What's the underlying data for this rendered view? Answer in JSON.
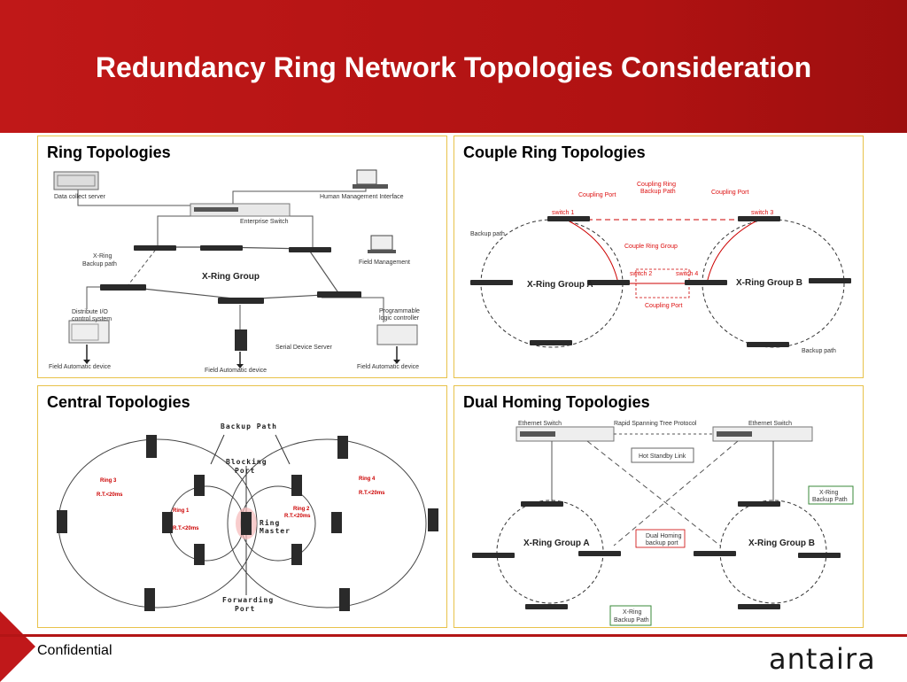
{
  "slide": {
    "title": "Redundancy Ring Network Topologies Consideration",
    "footer": "Confidential",
    "logo_text": "antaira",
    "accent_color": "#b31515",
    "panel_border_color": "#e8c24a"
  },
  "panels": {
    "ring": {
      "title": "Ring Topologies",
      "labels": {
        "data_collect": "Data collect server",
        "hmi": "Human Management Interface",
        "enterprise_switch": "Enterprise Switch",
        "xring_backup": "X-Ring",
        "xring_backup2": "Backup path",
        "field_mgmt": "Field Management",
        "xring_group": "X-Ring Group",
        "distribute_io": "Distribute I/O",
        "distribute_io2": "control system",
        "plc": "Programmable",
        "plc2": "logic controller",
        "serial_server": "Serial Device Server",
        "field_device_left": "Field Automatic device",
        "field_device_mid": "Field Automatic device",
        "field_device_right": "Field Automatic device"
      }
    },
    "couple": {
      "title": "Couple Ring Topologies",
      "labels": {
        "coupling_backup": "Coupling Ring",
        "coupling_backup2": "Backup Path",
        "coupling_port_l": "Coupling Port",
        "coupling_port_r": "Coupling Port",
        "switch1": "switch 1",
        "switch3": "switch 3",
        "switch2": "switch 2",
        "switch4": "switch 4",
        "backup_path_l": "Backup path",
        "couple_group": "Couple Ring Group",
        "group_a": "X-Ring Group A",
        "group_b": "X-Ring Group B",
        "coupling_port_bottom": "Coupling Port",
        "backup_path_r": "Backup path"
      }
    },
    "central": {
      "title": "Central Topologies",
      "labels": {
        "backup_path": "Backup Path",
        "blocking": "Blocking",
        "blocking2": "Port",
        "ring3": "Ring 3",
        "ring3_rt": "R.T.<20ms",
        "ring4": "Ring 4",
        "ring4_rt": "R.T.<20ms",
        "ring1": "Ring 1",
        "ring1_rt": "R.T.<20ms",
        "ring2": "Ring 2",
        "ring2_rt": "R.T.<20ms",
        "ring_master": "Ring",
        "ring_master2": "Master",
        "forwarding": "Forwarding",
        "forwarding2": "Port"
      }
    },
    "dual": {
      "title": "Dual Homing Topologies",
      "labels": {
        "eth_switch_l": "Ethernet Switch",
        "rstp": "Rapid Spanning Tree Protocol",
        "eth_switch_r": "Ethernet Switch",
        "hot_standby": "Hot Standby Link",
        "xring_backup_r": "X-Ring",
        "xring_backup_r2": "Backup Path",
        "group_a": "X-Ring Group A",
        "dual_homing": "Dual Homing",
        "dual_homing2": "backup port",
        "group_b": "X-Ring Group B",
        "xring_backup_b": "X-Ring",
        "xring_backup_b2": "Backup Path"
      }
    }
  }
}
